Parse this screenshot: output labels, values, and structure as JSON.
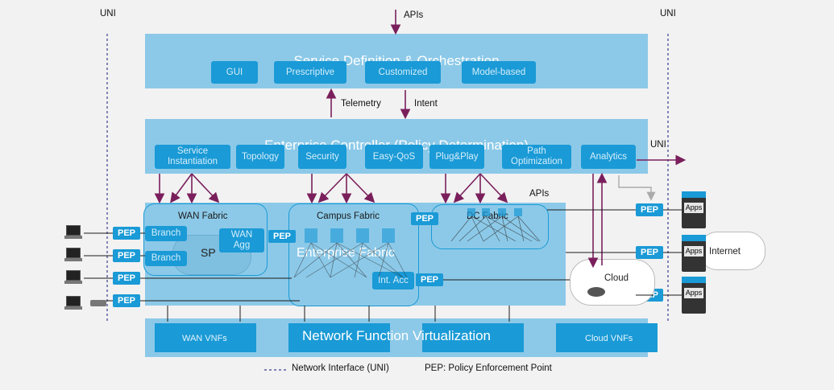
{
  "top": {
    "uni_left": "UNI",
    "uni_right": "UNI",
    "apis": "APIs"
  },
  "orchestration": {
    "title": "Service Definition & Orchestration",
    "chips": [
      "GUI",
      "Prescriptive",
      "Customized",
      "Model-based"
    ]
  },
  "mid_labels": {
    "telemetry": "Telemetry",
    "intent": "Intent"
  },
  "controller": {
    "title": "Enterprise Controller (Policy Determination)",
    "chips": [
      "Service\nInstantiation",
      "Topology",
      "Security",
      "Easy-QoS",
      "Plug&Play",
      "Path\nOptimization",
      "Analytics"
    ],
    "uni_label": "UNI"
  },
  "fabric": {
    "apis": "APIs",
    "wan_title": "WAN Fabric",
    "branch1": "Branch",
    "branch2": "Branch",
    "sp": "SP",
    "wan_agg": "WAN\nAgg",
    "campus_title": "Campus Fabric",
    "dc_title": "DC Fabric",
    "enterprise_title": "Enterprise Fabric",
    "int_acc": "Int. Acc",
    "cloud": "Cloud",
    "internet": "Internet",
    "pep": "PEP",
    "apps": "Apps"
  },
  "nfv": {
    "title": "Network Function Virtualization",
    "wan_vnfs": "WAN VNFs",
    "cloud_vnfs": "Cloud VNFs"
  },
  "legend": {
    "uni": "Network Interface (UNI)",
    "pep": "PEP: Policy Enforcement Point"
  },
  "colors": {
    "layer": "#8cc9e8",
    "chip": "#1a9ad6",
    "arrow": "#7a1f5c",
    "dashed": "#3b3b8f"
  }
}
